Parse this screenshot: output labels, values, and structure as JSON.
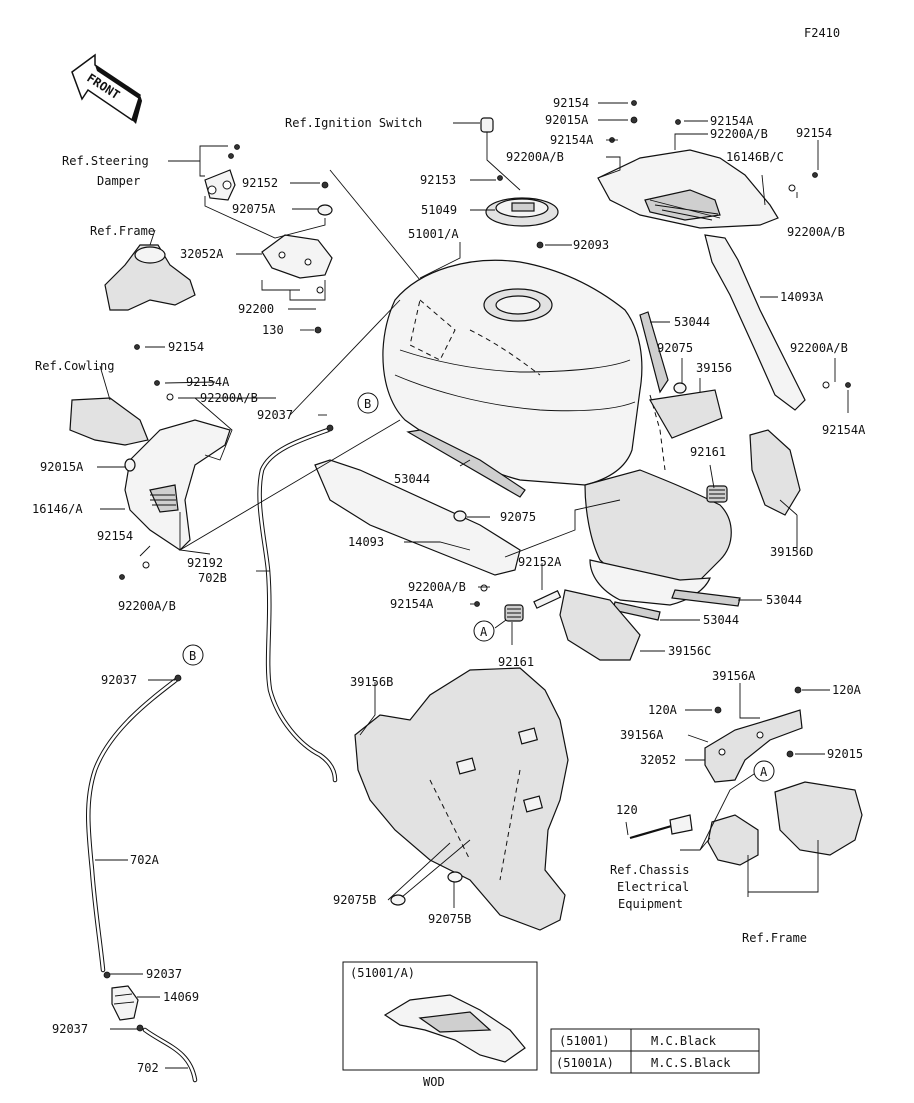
{
  "figure_id": "F2410",
  "front_label": "FRONT",
  "labels": {
    "ref_ignition_switch": "Ref.Ignition Switch",
    "ref_steering_1": "Ref.Steering",
    "ref_steering_2": "Damper",
    "ref_frame_top": "Ref.Frame",
    "ref_cowling": "Ref.Cowling",
    "ref_chassis_1": "Ref.Chassis",
    "ref_chassis_2": "Electrical",
    "ref_chassis_3": "Equipment",
    "ref_frame_bottom": "Ref.Frame",
    "p92154_a": "92154",
    "p92015A_a": "92015A",
    "p92154A_a": "92154A",
    "p92154A_b": "92154A",
    "p92200AB_a": "92200A/B",
    "p92200AB_b": "92200A/B",
    "p92154_b": "92154",
    "p16146BC": "16146B/C",
    "p92152": "92152",
    "p92153": "92153",
    "p92075A": "92075A",
    "p51049": "51049",
    "p51001A": "51001/A",
    "p92093": "92093",
    "p32052A": "32052A",
    "p92200AB_c": "92200A/B",
    "p14093A": "14093A",
    "p92200": "92200",
    "p130": "130",
    "p53044_a": "53044",
    "p92075_a": "92075",
    "p39156": "39156",
    "p92200AB_d": "92200A/B",
    "p92154_c": "92154",
    "p92154A_c": "92154A",
    "p92200AB_e": "92200A/B",
    "p92037_a": "92037",
    "p92154A_d": "92154A",
    "p92015A_b": "92015A",
    "p53044_b": "53044",
    "p92161_a": "92161",
    "p16146A": "16146/A",
    "p92075_b": "92075",
    "p39156D": "39156D",
    "p92154_d": "92154",
    "p14093": "14093",
    "p92192": "92192",
    "p702B": "702B",
    "p92152A": "92152A",
    "p92200AB_f": "92200A/B",
    "p53044_c": "53044",
    "p92200AB_g": "92200A/B",
    "p92154A_e": "92154A",
    "p53044_d": "53044",
    "p39156C": "39156C",
    "p92161_b": "92161",
    "p92037_b": "92037",
    "p39156B": "39156B",
    "p39156A_a": "39156A",
    "p120A_a": "120A",
    "p120A_b": "120A",
    "p39156A_b": "39156A",
    "p32052": "32052",
    "p92015": "92015",
    "p120": "120",
    "p702A": "702A",
    "p92075B_a": "92075B",
    "p92075B_b": "92075B",
    "p92037_c": "92037",
    "p14069": "14069",
    "p92037_d": "92037",
    "p702": "702"
  },
  "callouts": {
    "A1": "A",
    "A2": "A",
    "B1": "B",
    "B2": "B"
  },
  "inset": {
    "title": "(51001/A)",
    "caption": "WOD"
  },
  "color_table": [
    {
      "part": "(51001)",
      "color": "M.C.Black"
    },
    {
      "part": "(51001A)",
      "color": "M.C.S.Black"
    }
  ]
}
